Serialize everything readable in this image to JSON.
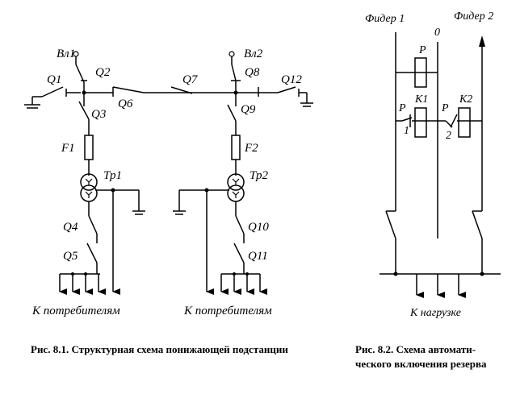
{
  "fig1": {
    "labels": {
      "vl1": "Вл1",
      "vl2": "Вл2",
      "q1": "Q1",
      "q2": "Q2",
      "q3": "Q3",
      "q4": "Q4",
      "q5": "Q5",
      "q6": "Q6",
      "q7": "Q7",
      "q8": "Q8",
      "q9": "Q9",
      "q10": "Q10",
      "q11": "Q11",
      "q12": "Q12",
      "f1": "F1",
      "f2": "F2",
      "tr1": "Тр1",
      "tr2": "Тр2",
      "consumers_left": "К потребителям",
      "consumers_right": "К потребителям"
    },
    "caption": "Рис. 8.1. Структурная схема понижающей подстанции"
  },
  "fig2": {
    "labels": {
      "feeder1": "Фидер 1",
      "feeder2": "Фидер 2",
      "zero": "0",
      "p_top": "P",
      "p_left": "P",
      "p_right": "P",
      "k1": "К1",
      "k2": "К2",
      "n1": "1",
      "n2": "2",
      "load": "К нагрузке"
    },
    "caption_line1": "Рис.  8.2.  Схема  автомати-",
    "caption_line2": "ческого включения резерва"
  }
}
